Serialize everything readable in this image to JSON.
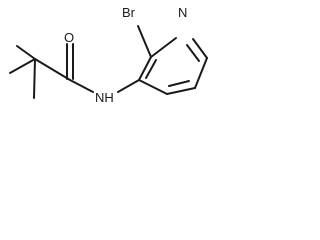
{
  "molecule": {
    "atoms": {
      "bromine": "Br",
      "ring_nitrogen": "N",
      "carbonyl_oxygen": "O",
      "amide_nitrogen": "NH"
    }
  }
}
